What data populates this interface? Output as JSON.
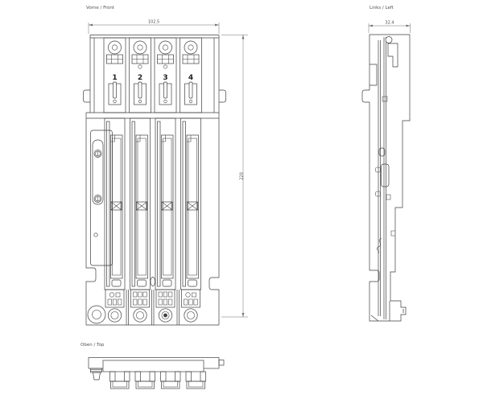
{
  "views": {
    "front": {
      "label": "Vorne / Front",
      "width_dim": "102.5",
      "height_dim": "220",
      "module_numbers": [
        "1",
        "2",
        "3",
        "4"
      ]
    },
    "left": {
      "label": "Links / Left",
      "width_dim": "32.4"
    },
    "top": {
      "label": "Oben / Top"
    }
  },
  "colors": {
    "line": "#3f3f3f",
    "dim_line": "#6f6f6f",
    "label_text": "#55504b",
    "background": "#ffffff"
  }
}
